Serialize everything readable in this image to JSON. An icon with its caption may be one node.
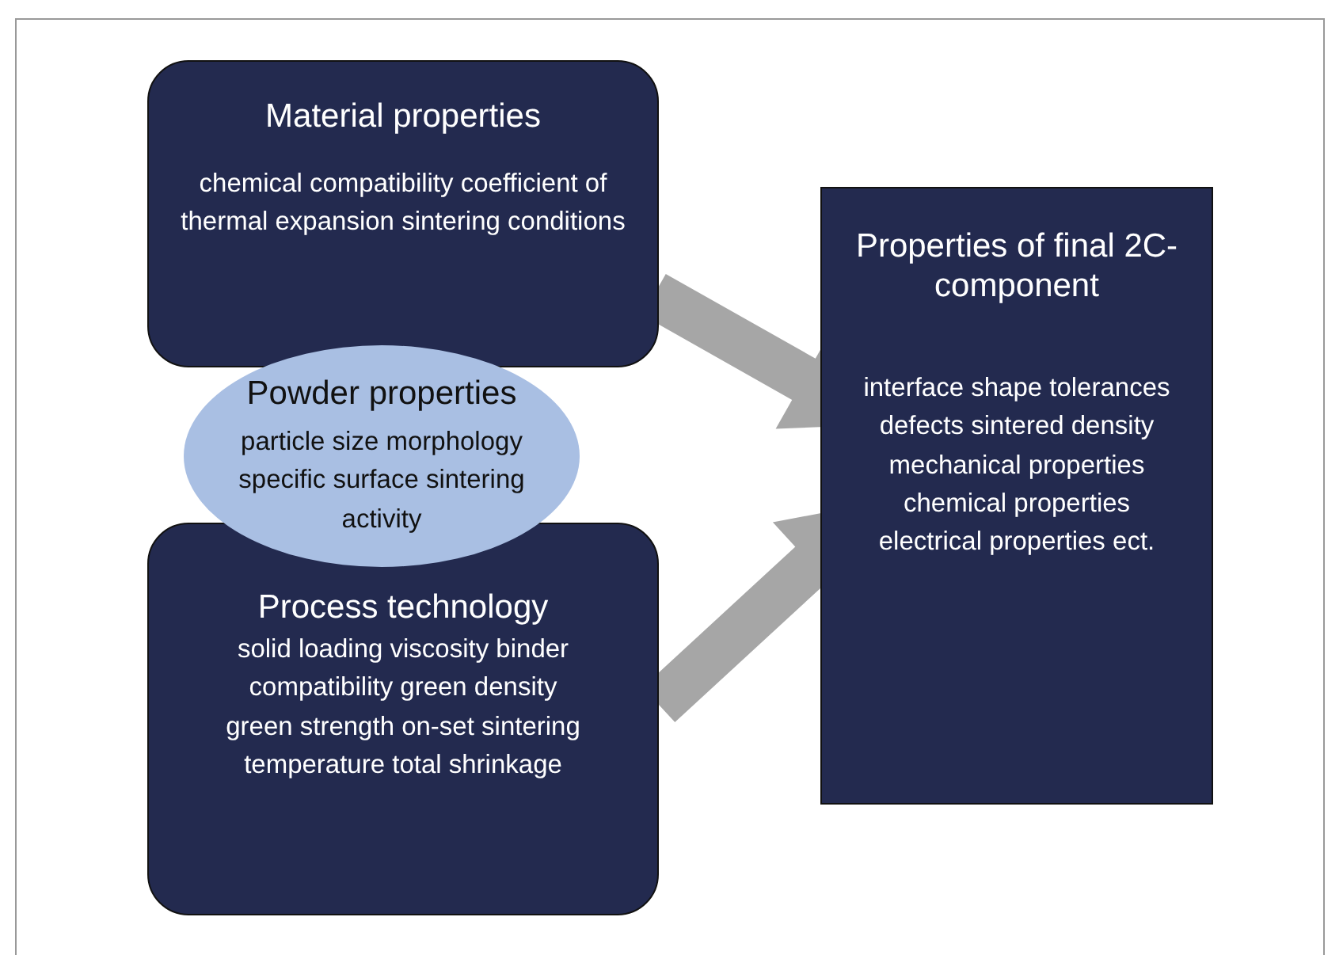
{
  "diagram": {
    "nodes": [
      {
        "text": [
          "Material properties",
          "chemical compatibility coefficient of thermal expansion sintering conditions"
        ]
      },
      {
        "text": [
          "Powder properties",
          "particle size morphology specific surface sintering activity"
        ]
      },
      {
        "text": [
          "Process technology",
          "solid loading viscosity binder compatibility green density green strength on-set sintering temperature total shrinkage"
        ]
      },
      {
        "text": [
          "Properties of final 2C-component",
          "interface shape tolerances defects sintered density mechanical properties chemical properties electrical properties ect."
        ]
      }
    ],
    "edges": [
      {
        "from": 0,
        "to": 3,
        "arrow": "to",
        "style": "thick",
        "color": "#a6a6a6"
      },
      {
        "from": 2,
        "to": 3,
        "arrow": "to",
        "style": "thick",
        "color": "#a6a6a6"
      }
    ]
  }
}
